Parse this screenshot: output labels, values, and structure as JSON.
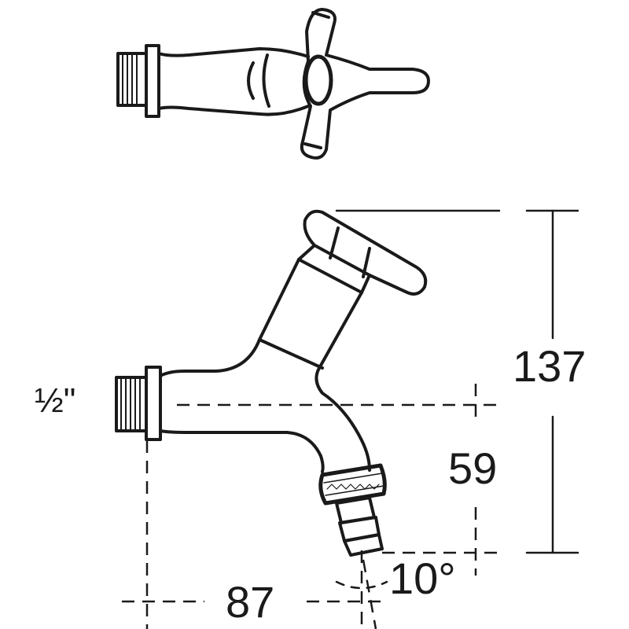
{
  "dimensions": {
    "height": "137",
    "outlet_height": "59",
    "projection": "87",
    "angle": "10°",
    "thread_size": "½\""
  },
  "colors": {
    "line": "#1a1a1a",
    "background": "#ffffff"
  }
}
